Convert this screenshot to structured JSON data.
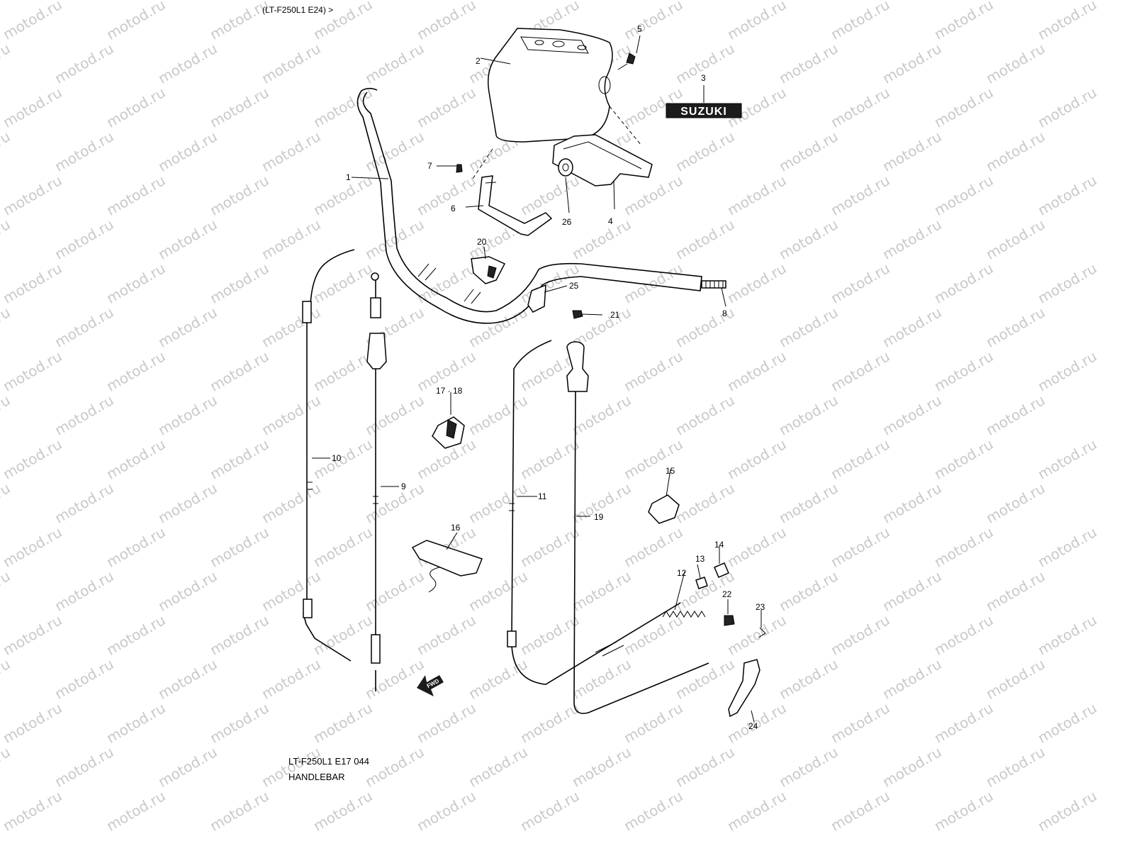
{
  "header": {
    "model_code": "(LT-F250L1 E24) >"
  },
  "footer": {
    "diagram_code": "LT-F250L1 E17  044",
    "title": "HANDLEBAR"
  },
  "watermark": {
    "text": "motod.ru",
    "color": "#c9c9c9"
  },
  "brand_badge": {
    "text": "SUZUKI"
  },
  "arrow_badge": {
    "text": "FWD"
  },
  "callouts": {
    "p1": "1",
    "p2": "2",
    "p3": "3",
    "p4": "4",
    "p5": "5",
    "p6": "6",
    "p7": "7",
    "p8": "8",
    "p9": "9",
    "p10": "10",
    "p11": "11",
    "p12": "12",
    "p13": "13",
    "p14": "14",
    "p15": "15",
    "p16": "16",
    "p17_18": "17 · 18",
    "p19": "19",
    "p20": "20",
    "p21": "21",
    "p22": "22",
    "p23": "23",
    "p24": "24",
    "p25": "25",
    "p26": "26"
  }
}
